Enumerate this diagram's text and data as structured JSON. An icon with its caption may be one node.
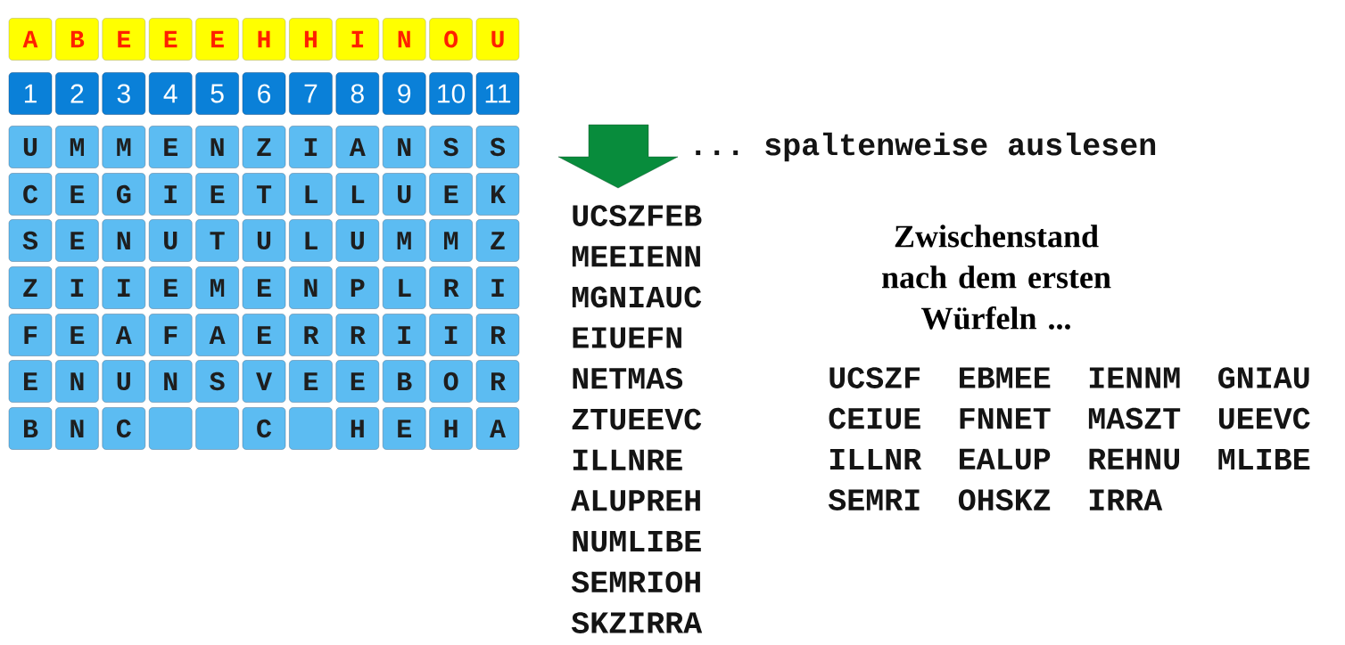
{
  "diagram": {
    "nodes": [
      {
        "text": [
          "A"
        ]
      },
      {
        "text": [
          "B"
        ]
      },
      {
        "text": [
          "E"
        ]
      },
      {
        "text": [
          "E"
        ]
      },
      {
        "text": [
          "E"
        ]
      },
      {
        "text": [
          "H"
        ]
      },
      {
        "text": [
          "H"
        ]
      },
      {
        "text": [
          "I"
        ]
      },
      {
        "text": [
          "N"
        ]
      },
      {
        "text": [
          "O"
        ]
      },
      {
        "text": [
          "U"
        ]
      },
      {
        "text": [
          "1"
        ]
      },
      {
        "text": [
          "2"
        ]
      },
      {
        "text": [
          "3"
        ]
      },
      {
        "text": [
          "4"
        ]
      },
      {
        "text": [
          "5"
        ]
      },
      {
        "text": [
          "6"
        ]
      },
      {
        "text": [
          "7"
        ]
      },
      {
        "text": [
          "8"
        ]
      },
      {
        "text": [
          "9"
        ]
      },
      {
        "text": [
          "10"
        ]
      },
      {
        "text": [
          "11"
        ]
      },
      {
        "text": [
          "U"
        ]
      },
      {
        "text": [
          "M"
        ]
      },
      {
        "text": [
          "M"
        ]
      },
      {
        "text": [
          "E"
        ]
      },
      {
        "text": [
          "N"
        ]
      },
      {
        "text": [
          "Z"
        ]
      },
      {
        "text": [
          "I"
        ]
      },
      {
        "text": [
          "A"
        ]
      },
      {
        "text": [
          "N"
        ]
      },
      {
        "text": [
          "S"
        ]
      },
      {
        "text": [
          "S"
        ]
      },
      {
        "text": [
          "C"
        ]
      },
      {
        "text": [
          "E"
        ]
      },
      {
        "text": [
          "G"
        ]
      },
      {
        "text": [
          "I"
        ]
      },
      {
        "text": [
          "E"
        ]
      },
      {
        "text": [
          "T"
        ]
      },
      {
        "text": [
          "L"
        ]
      },
      {
        "text": [
          "L"
        ]
      },
      {
        "text": [
          "U"
        ]
      },
      {
        "text": [
          "E"
        ]
      },
      {
        "text": [
          "K"
        ]
      },
      {
        "text": [
          "S"
        ]
      },
      {
        "text": [
          "E"
        ]
      },
      {
        "text": [
          "N"
        ]
      },
      {
        "text": [
          "U"
        ]
      },
      {
        "text": [
          "T"
        ]
      },
      {
        "text": [
          "U"
        ]
      },
      {
        "text": [
          "L"
        ]
      },
      {
        "text": [
          "U"
        ]
      },
      {
        "text": [
          "M"
        ]
      },
      {
        "text": [
          "M"
        ]
      },
      {
        "text": [
          "Z"
        ]
      },
      {
        "text": [
          "Z"
        ]
      },
      {
        "text": [
          "I"
        ]
      },
      {
        "text": [
          "I"
        ]
      },
      {
        "text": [
          "E"
        ]
      },
      {
        "text": [
          "M"
        ]
      },
      {
        "text": [
          "E"
        ]
      },
      {
        "text": [
          "N"
        ]
      },
      {
        "text": [
          "P"
        ]
      },
      {
        "text": [
          "L"
        ]
      },
      {
        "text": [
          "R"
        ]
      },
      {
        "text": [
          "I"
        ]
      },
      {
        "text": [
          "F"
        ]
      },
      {
        "text": [
          "E"
        ]
      },
      {
        "text": [
          "A"
        ]
      },
      {
        "text": [
          "F"
        ]
      },
      {
        "text": [
          "A"
        ]
      },
      {
        "text": [
          "E"
        ]
      },
      {
        "text": [
          "R"
        ]
      },
      {
        "text": [
          "R"
        ]
      },
      {
        "text": [
          "I"
        ]
      },
      {
        "text": [
          "I"
        ]
      },
      {
        "text": [
          "R"
        ]
      },
      {
        "text": [
          "E"
        ]
      },
      {
        "text": [
          "N"
        ]
      },
      {
        "text": [
          "U"
        ]
      },
      {
        "text": [
          "N"
        ]
      },
      {
        "text": [
          "S"
        ]
      },
      {
        "text": [
          "V"
        ]
      },
      {
        "text": [
          "E"
        ]
      },
      {
        "text": [
          "E"
        ]
      },
      {
        "text": [
          "B"
        ]
      },
      {
        "text": [
          "O"
        ]
      },
      {
        "text": [
          "R"
        ]
      },
      {
        "text": [
          "B"
        ]
      },
      {
        "text": [
          "N"
        ]
      },
      {
        "text": [
          "C"
        ]
      },
      {
        "text": [],
        "shape": "box"
      },
      {
        "text": [],
        "shape": "box"
      },
      {
        "text": [
          "C"
        ]
      },
      {
        "text": [],
        "shape": "box"
      },
      {
        "text": [
          "H"
        ]
      },
      {
        "text": [
          "E"
        ]
      },
      {
        "text": [
          "H"
        ]
      },
      {
        "text": [
          "A"
        ]
      }
    ],
    "labels": [
      "... spaltenweise auslesen",
      "UCSZFEB",
      "MEEIENN",
      "MGNIAUC",
      "EIUEFN",
      "NETMAS",
      "ZTUEEVC",
      "ILLNRE",
      "ALUPREH",
      "NUMLIBE",
      "SEMRIOH",
      "SKZIRRA",
      "Zwischenstand nach dem ersten Würfeln ...",
      "UCSZF",
      "EBMEE",
      "IENNM",
      "GNIAU",
      "CEIUE",
      "FNNET",
      "MASZT",
      "UEEVC",
      "ILLNR",
      "EALUP",
      "REHNU",
      "MLIBE",
      "SEMRI",
      "OHSKZ",
      "IRRA"
    ]
  }
}
